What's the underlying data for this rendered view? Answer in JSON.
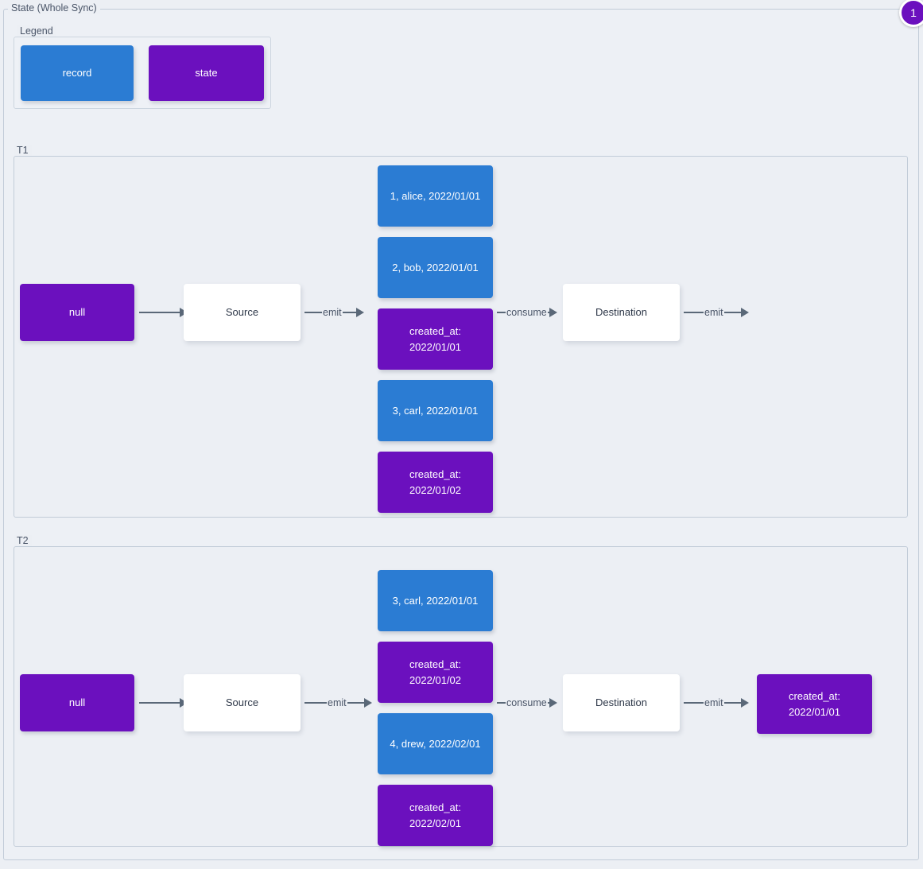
{
  "diagram": {
    "title": "State (Whole Sync)",
    "step_badge": "1",
    "colors": {
      "record": "#2b7cd3",
      "state": "#6b10be",
      "plain": "#ffffff",
      "arrow": "#5a6878",
      "panel_bg": "#eceff4",
      "panel_border": "#c2ccd8"
    }
  },
  "legend": {
    "title": "Legend",
    "items": [
      {
        "label": "record",
        "kind": "record"
      },
      {
        "label": "state",
        "kind": "state"
      }
    ]
  },
  "sections": [
    {
      "title": "T1",
      "initial_state": "null",
      "source": "Source",
      "destination": "Destination",
      "edges": {
        "start": "",
        "emit": "emit",
        "consume": "consume",
        "final_emit": "emit"
      },
      "stream": [
        {
          "kind": "record",
          "label": "1, alice, 2022/01/01"
        },
        {
          "kind": "record",
          "label": "2, bob, 2022/01/01"
        },
        {
          "kind": "state",
          "label": "created_at:\n2022/01/01"
        },
        {
          "kind": "record",
          "label": "3, carl, 2022/01/01"
        },
        {
          "kind": "state",
          "label": "created_at:\n2022/01/02"
        }
      ],
      "final_state": null
    },
    {
      "title": "T2",
      "initial_state": "null",
      "source": "Source",
      "destination": "Destination",
      "edges": {
        "start": "",
        "emit": "emit",
        "consume": "consume",
        "final_emit": "emit"
      },
      "stream": [
        {
          "kind": "record",
          "label": "3, carl, 2022/01/01"
        },
        {
          "kind": "state",
          "label": "created_at:\n2022/01/02"
        },
        {
          "kind": "record",
          "label": "4, drew, 2022/02/01"
        },
        {
          "kind": "state",
          "label": "created_at:\n2022/02/01"
        }
      ],
      "final_state": "created_at:\n2022/01/01"
    }
  ]
}
